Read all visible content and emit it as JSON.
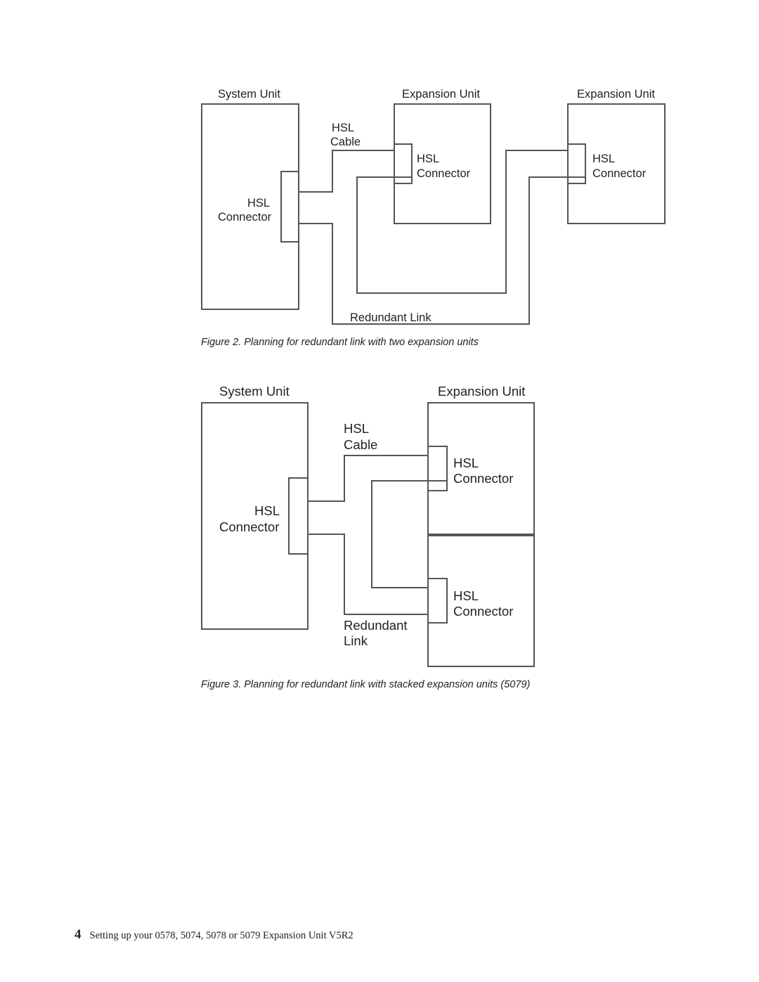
{
  "figure2": {
    "labels": {
      "system_unit": "System Unit",
      "expansion_unit_1": "Expansion Unit",
      "expansion_unit_2": "Expansion Unit",
      "hsl_cable_line1": "HSL",
      "hsl_cable_line2": "Cable",
      "sys_connector_line1": "HSL",
      "sys_connector_line2": "Connector",
      "exp1_connector_line1": "HSL",
      "exp1_connector_line2": "Connector",
      "exp2_connector_line1": "HSL",
      "exp2_connector_line2": "Connector",
      "redundant_link": "Redundant Link"
    },
    "caption": "Figure 2. Planning for redundant link with two expansion units"
  },
  "figure3": {
    "labels": {
      "system_unit": "System Unit",
      "expansion_unit": "Expansion Unit",
      "hsl_cable_line1": "HSL",
      "hsl_cable_line2": "Cable",
      "sys_connector_line1": "HSL",
      "sys_connector_line2": "Connector",
      "top_connector_line1": "HSL",
      "top_connector_line2": "Connector",
      "bottom_connector_line1": "HSL",
      "bottom_connector_line2": "Connector",
      "redundant_line1": "Redundant",
      "redundant_line2": "Link"
    },
    "caption": "Figure 3. Planning for redundant link with stacked expansion units (5079)"
  },
  "footer": {
    "page_number": "4",
    "title": "Setting up your 0578, 5074, 5078 or 5079 Expansion Unit V5R2"
  }
}
